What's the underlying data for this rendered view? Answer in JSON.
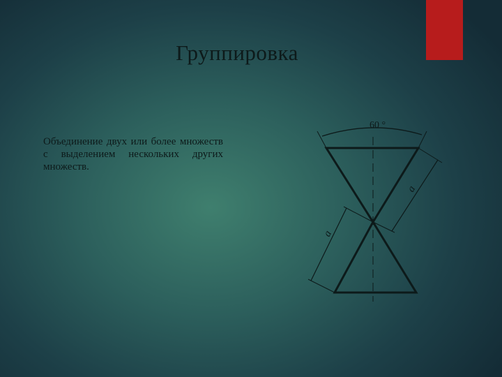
{
  "slide": {
    "title": "Группировка",
    "body": "Объединение двух или более множеств с выделением нескольких других множеств."
  },
  "figure": {
    "angle_label": "60 °",
    "side_label_upper": "a",
    "side_label_lower": "a"
  },
  "colors": {
    "accent": "#b71c1c",
    "ink": "#0d1a1a"
  }
}
